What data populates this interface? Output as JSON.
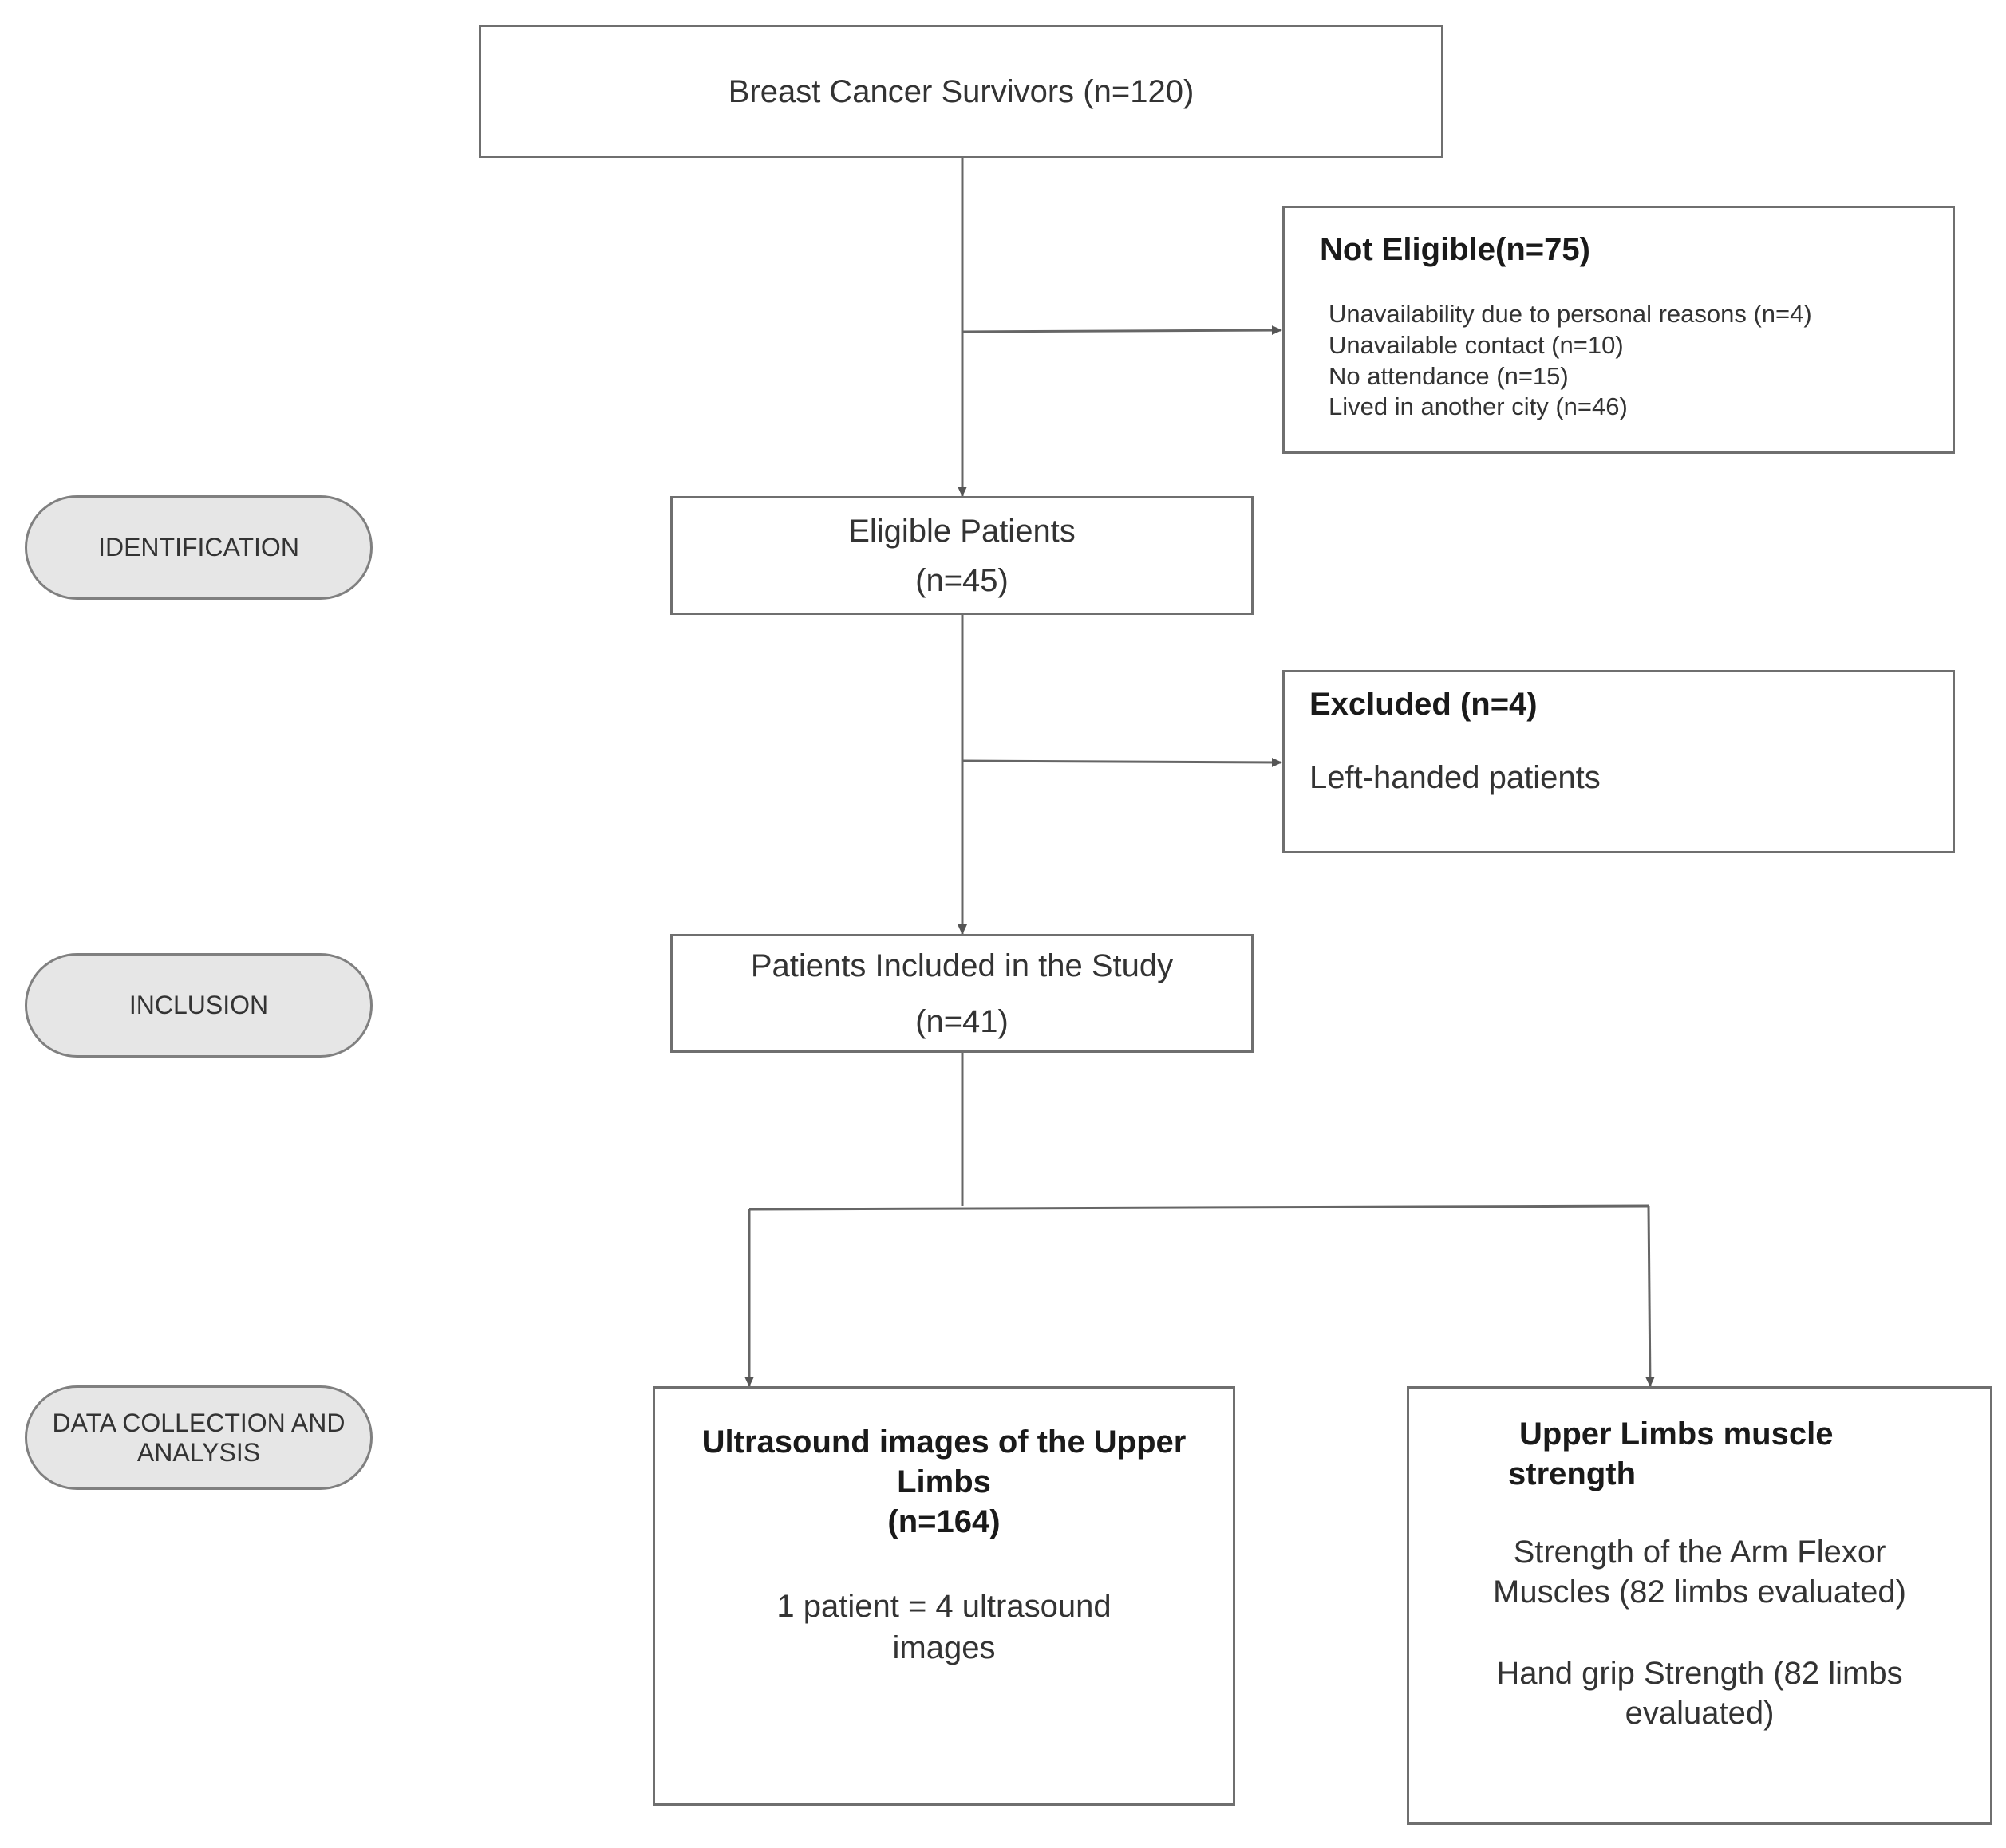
{
  "stages": {
    "identification": "IDENTIFICATION",
    "inclusion": "INCLUSION",
    "data_collection_line1": "DATA COLLECTION AND",
    "data_collection_line2": "ANALYSIS"
  },
  "survivors": {
    "label": "Breast Cancer Survivors (n=120)"
  },
  "not_eligible": {
    "title": "Not Eligible(n=75)",
    "reasons": [
      "Unavailability due to personal reasons (n=4)",
      "Unavailable contact (n=10)",
      "No attendance (n=15)",
      "Lived in another city (n=46)"
    ]
  },
  "eligible": {
    "line1": "Eligible Patients",
    "line2": "(n=45)"
  },
  "excluded": {
    "title": "Excluded (n=4)",
    "reason": "Left-handed patients"
  },
  "included": {
    "line1": "Patients Included in the Study",
    "line2": "(n=41)"
  },
  "ultrasound": {
    "title_line1": "Ultrasound images of the Upper",
    "title_line2": "Limbs",
    "count": "(n=164)",
    "note_line1": "1 patient = 4 ultrasound",
    "note_line2": "images"
  },
  "strength": {
    "title_line1": "Upper Limbs muscle",
    "title_line2": "strength",
    "item1_line1": "Strength of the Arm Flexor",
    "item1_line2": "Muscles (82 limbs evaluated)",
    "item2_line1": "Hand grip Strength (82 limbs",
    "item2_line2": "evaluated)"
  }
}
